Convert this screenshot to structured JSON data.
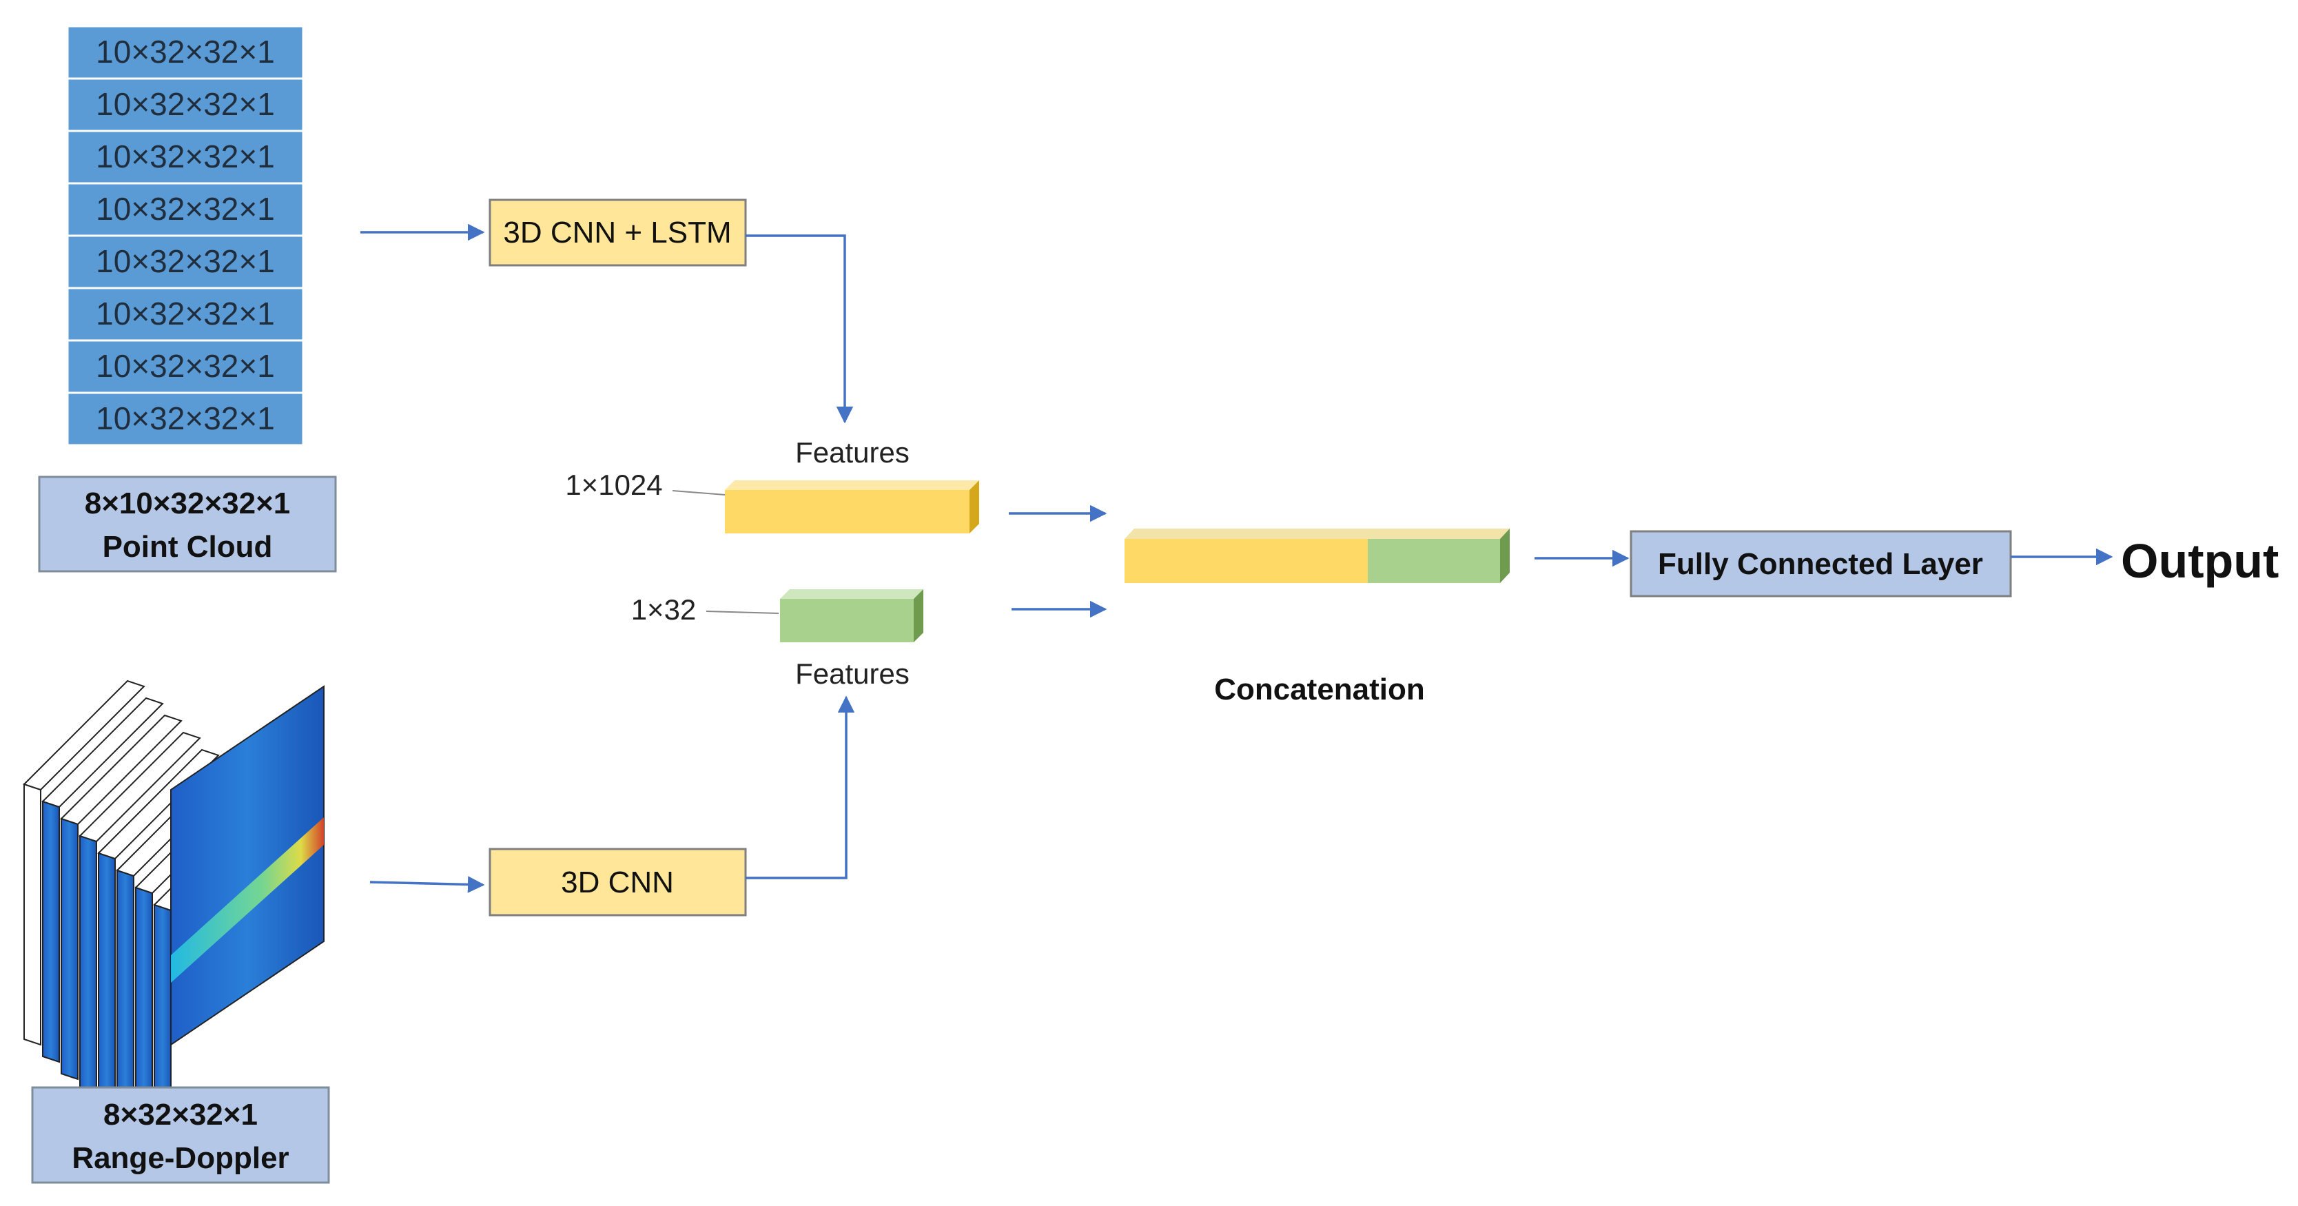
{
  "point_cloud": {
    "stack_labels": [
      "10×32×32×1",
      "10×32×32×1",
      "10×32×32×1",
      "10×32×32×1",
      "10×32×32×1",
      "10×32×32×1",
      "10×32×32×1",
      "10×32×32×1"
    ],
    "shape": "8×10×32×32×1",
    "name": "Point Cloud"
  },
  "range_doppler": {
    "shape": "8×32×32×1",
    "name": "Range-Doppler"
  },
  "blocks": {
    "cnn_lstm": "3D CNN + LSTM",
    "cnn": "3D CNN",
    "fc": "Fully Connected Layer"
  },
  "features": {
    "top_label": "Features",
    "bottom_label": "Features",
    "size_top": "1×1024",
    "size_bottom": "1×32"
  },
  "concat_label": "Concatenation",
  "output_label": "Output",
  "colors": {
    "stack_blue": "#5b9bd5",
    "block_yellow": "#ffe699",
    "feature_yellow": "#ffd966",
    "feature_green": "#a9d18e",
    "caption_blue": "#b4c7e7",
    "fc_blue": "#b4c7e7",
    "arrow_blue": "#4472c4"
  }
}
